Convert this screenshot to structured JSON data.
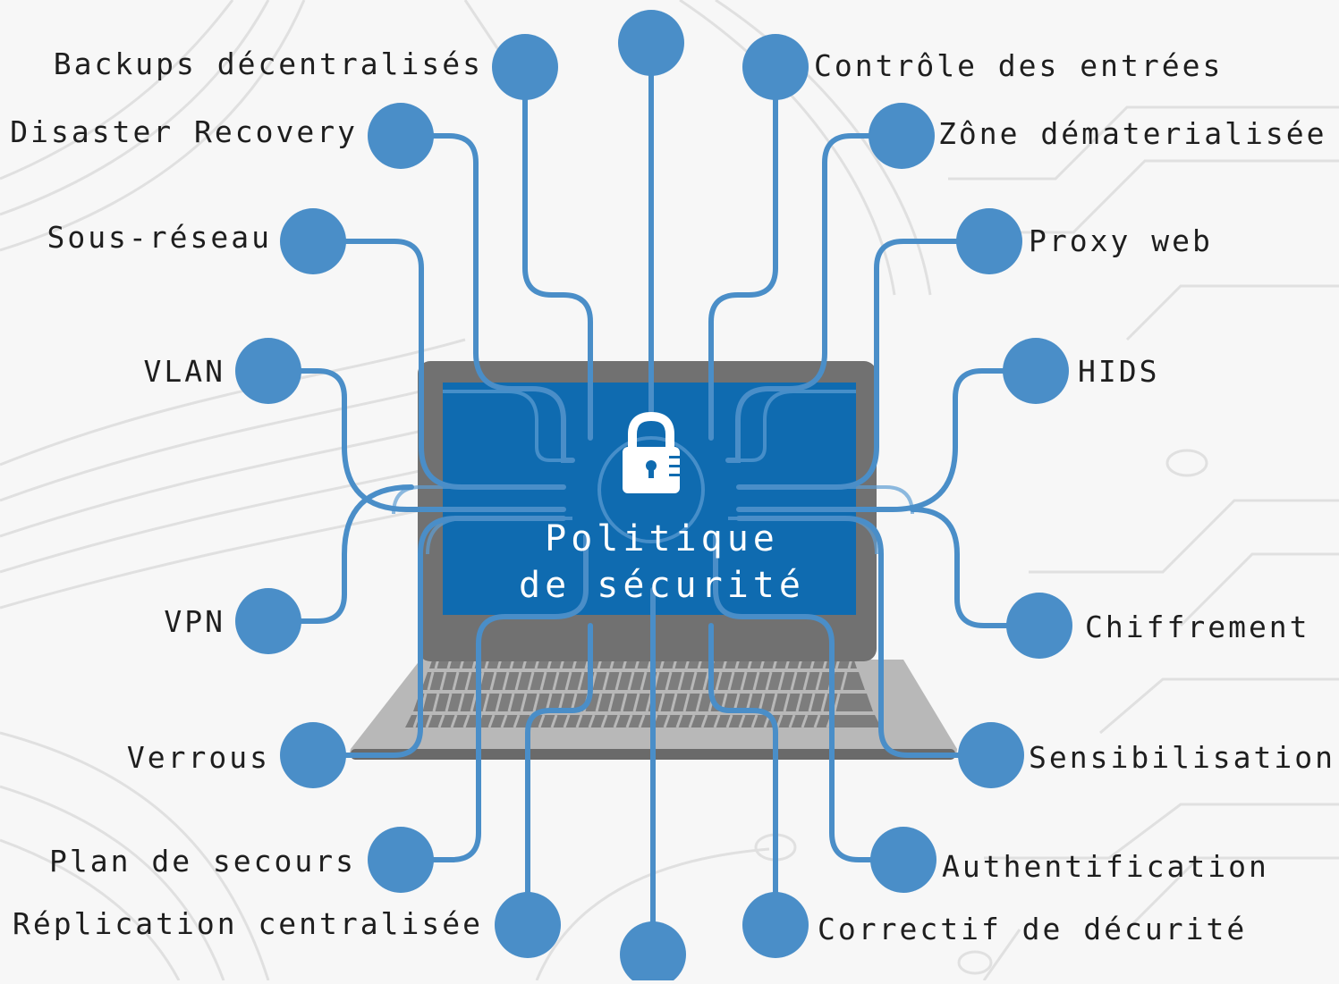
{
  "center": {
    "title_line1": "Politique",
    "title_line2": "de sécurité",
    "icon": "padlock-icon"
  },
  "nodes_left": [
    {
      "label": "Backups décentralisés"
    },
    {
      "label": "Disaster Recovery"
    },
    {
      "label": "Sous-réseau"
    },
    {
      "label": "VLAN"
    },
    {
      "label": "VPN"
    },
    {
      "label": "Verrous"
    },
    {
      "label": "Plan de secours"
    },
    {
      "label": "Réplication centralisée"
    }
  ],
  "nodes_right": [
    {
      "label": "Contrôle des entrées"
    },
    {
      "label": "Zône dématerialisée"
    },
    {
      "label": "Proxy web"
    },
    {
      "label": "HIDS"
    },
    {
      "label": "Chiffrement"
    },
    {
      "label": "Sensibilisation"
    },
    {
      "label": "Authentification"
    },
    {
      "label": "Correctif de décurité"
    }
  ],
  "colors": {
    "background": "#f7f7f7",
    "node": "#4a8ec8",
    "wire": "#4a8ec8",
    "screen": "#0f6bb0",
    "laptop_frame": "#707070",
    "keyboard_base": "#b8b8b8",
    "circuit": "#dedede"
  }
}
